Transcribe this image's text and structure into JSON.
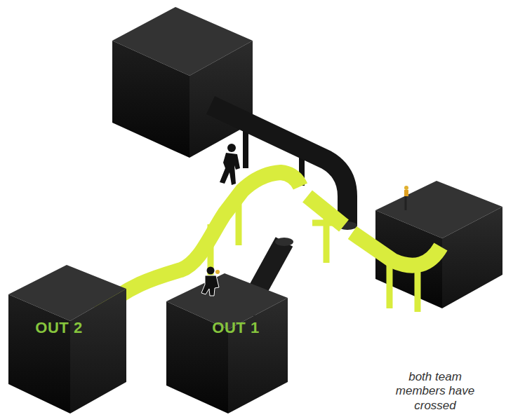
{
  "diagram": {
    "nodes": [
      {
        "text": [
          "OUT 2"
        ]
      },
      {
        "text": [
          "OUT 1"
        ]
      }
    ],
    "labels": [
      "both team members have crossed"
    ]
  }
}
